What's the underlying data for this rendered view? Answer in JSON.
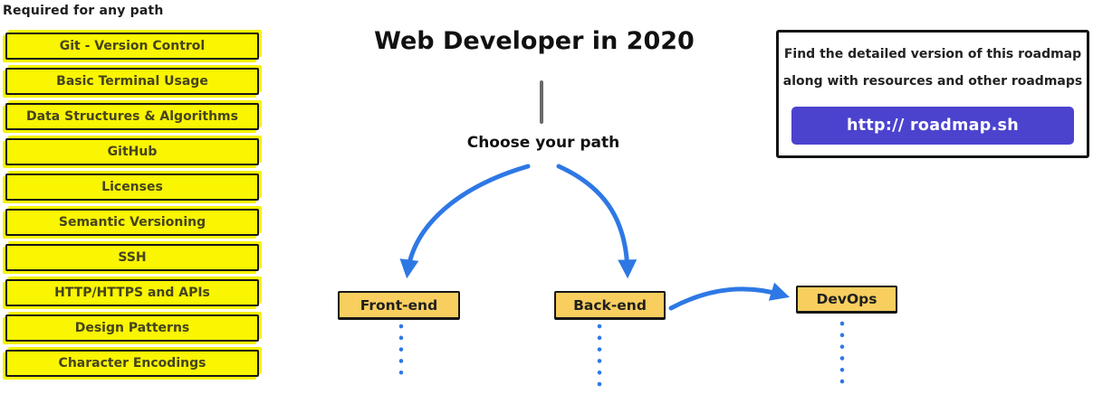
{
  "sidebar": {
    "heading": "Required for any path",
    "items": [
      "Git - Version Control",
      "Basic Terminal Usage",
      "Data Structures & Algorithms",
      "GitHub",
      "Licenses",
      "Semantic Versioning",
      "SSH",
      "HTTP/HTTPS and APIs",
      "Design Patterns",
      "Character Encodings"
    ]
  },
  "main": {
    "title": "Web Developer in 2020",
    "choose_label": "Choose your path",
    "paths": [
      {
        "label": "Front-end"
      },
      {
        "label": "Back-end"
      },
      {
        "label": "DevOps"
      }
    ]
  },
  "info_box": {
    "line1": "Find the detailed version of this roadmap",
    "line2": "along with resources and other roadmaps",
    "button_label": "http:// roadmap.sh"
  },
  "colors": {
    "highlight_yellow": "#FAF500",
    "node_orange": "#F8CE5F",
    "arrow_blue": "#2E78E5",
    "button_purple": "#4B43CE",
    "border_black": "#161616",
    "stem_gray": "#6A6A6A"
  }
}
